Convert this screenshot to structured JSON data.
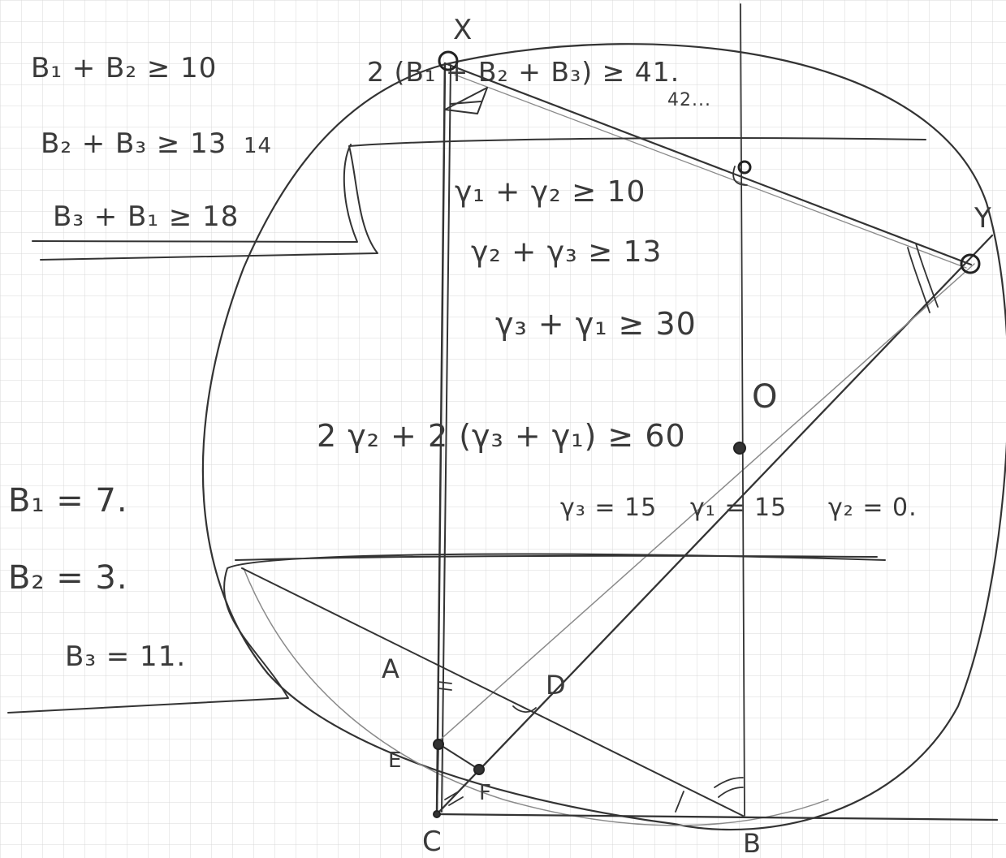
{
  "inequalities_b": {
    "b1_plus_b2": "B₁ + B₂ ≥ 10",
    "b2_plus_b3": "B₂ + B₃ ≥ 13",
    "b2_plus_b3_correction": "14",
    "b3_plus_b1": "B₃ + B₁ ≥ 18"
  },
  "sum_b": {
    "expr": "2 (B₁ + B₂ + B₃) ≥ 41.",
    "next": "42..."
  },
  "inequalities_y": {
    "y1_plus_y2": "γ₁ + γ₂ ≥ 10",
    "y2_plus_y3": "γ₂ + γ₃ ≥ 13",
    "y3_plus_y1": "γ₃ + γ₁ ≥ 30"
  },
  "sum_y": "2 γ₂ + 2 (γ₃ + γ₁) ≥ 60",
  "values_y": {
    "y3": "γ₃ = 15",
    "y1": "γ₁ = 15",
    "y2": "γ₂ = 0."
  },
  "values_b": {
    "b1": "B₁ = 7.",
    "b2": "B₂ = 3.",
    "b3": "B₃ = 11."
  },
  "point_labels": {
    "x": "X",
    "y": "Y",
    "a": "A",
    "b": "B",
    "c": "C",
    "d": "D",
    "e": "E",
    "f": "F"
  },
  "marks": {
    "zero": "O"
  },
  "ink_color": "#333333"
}
